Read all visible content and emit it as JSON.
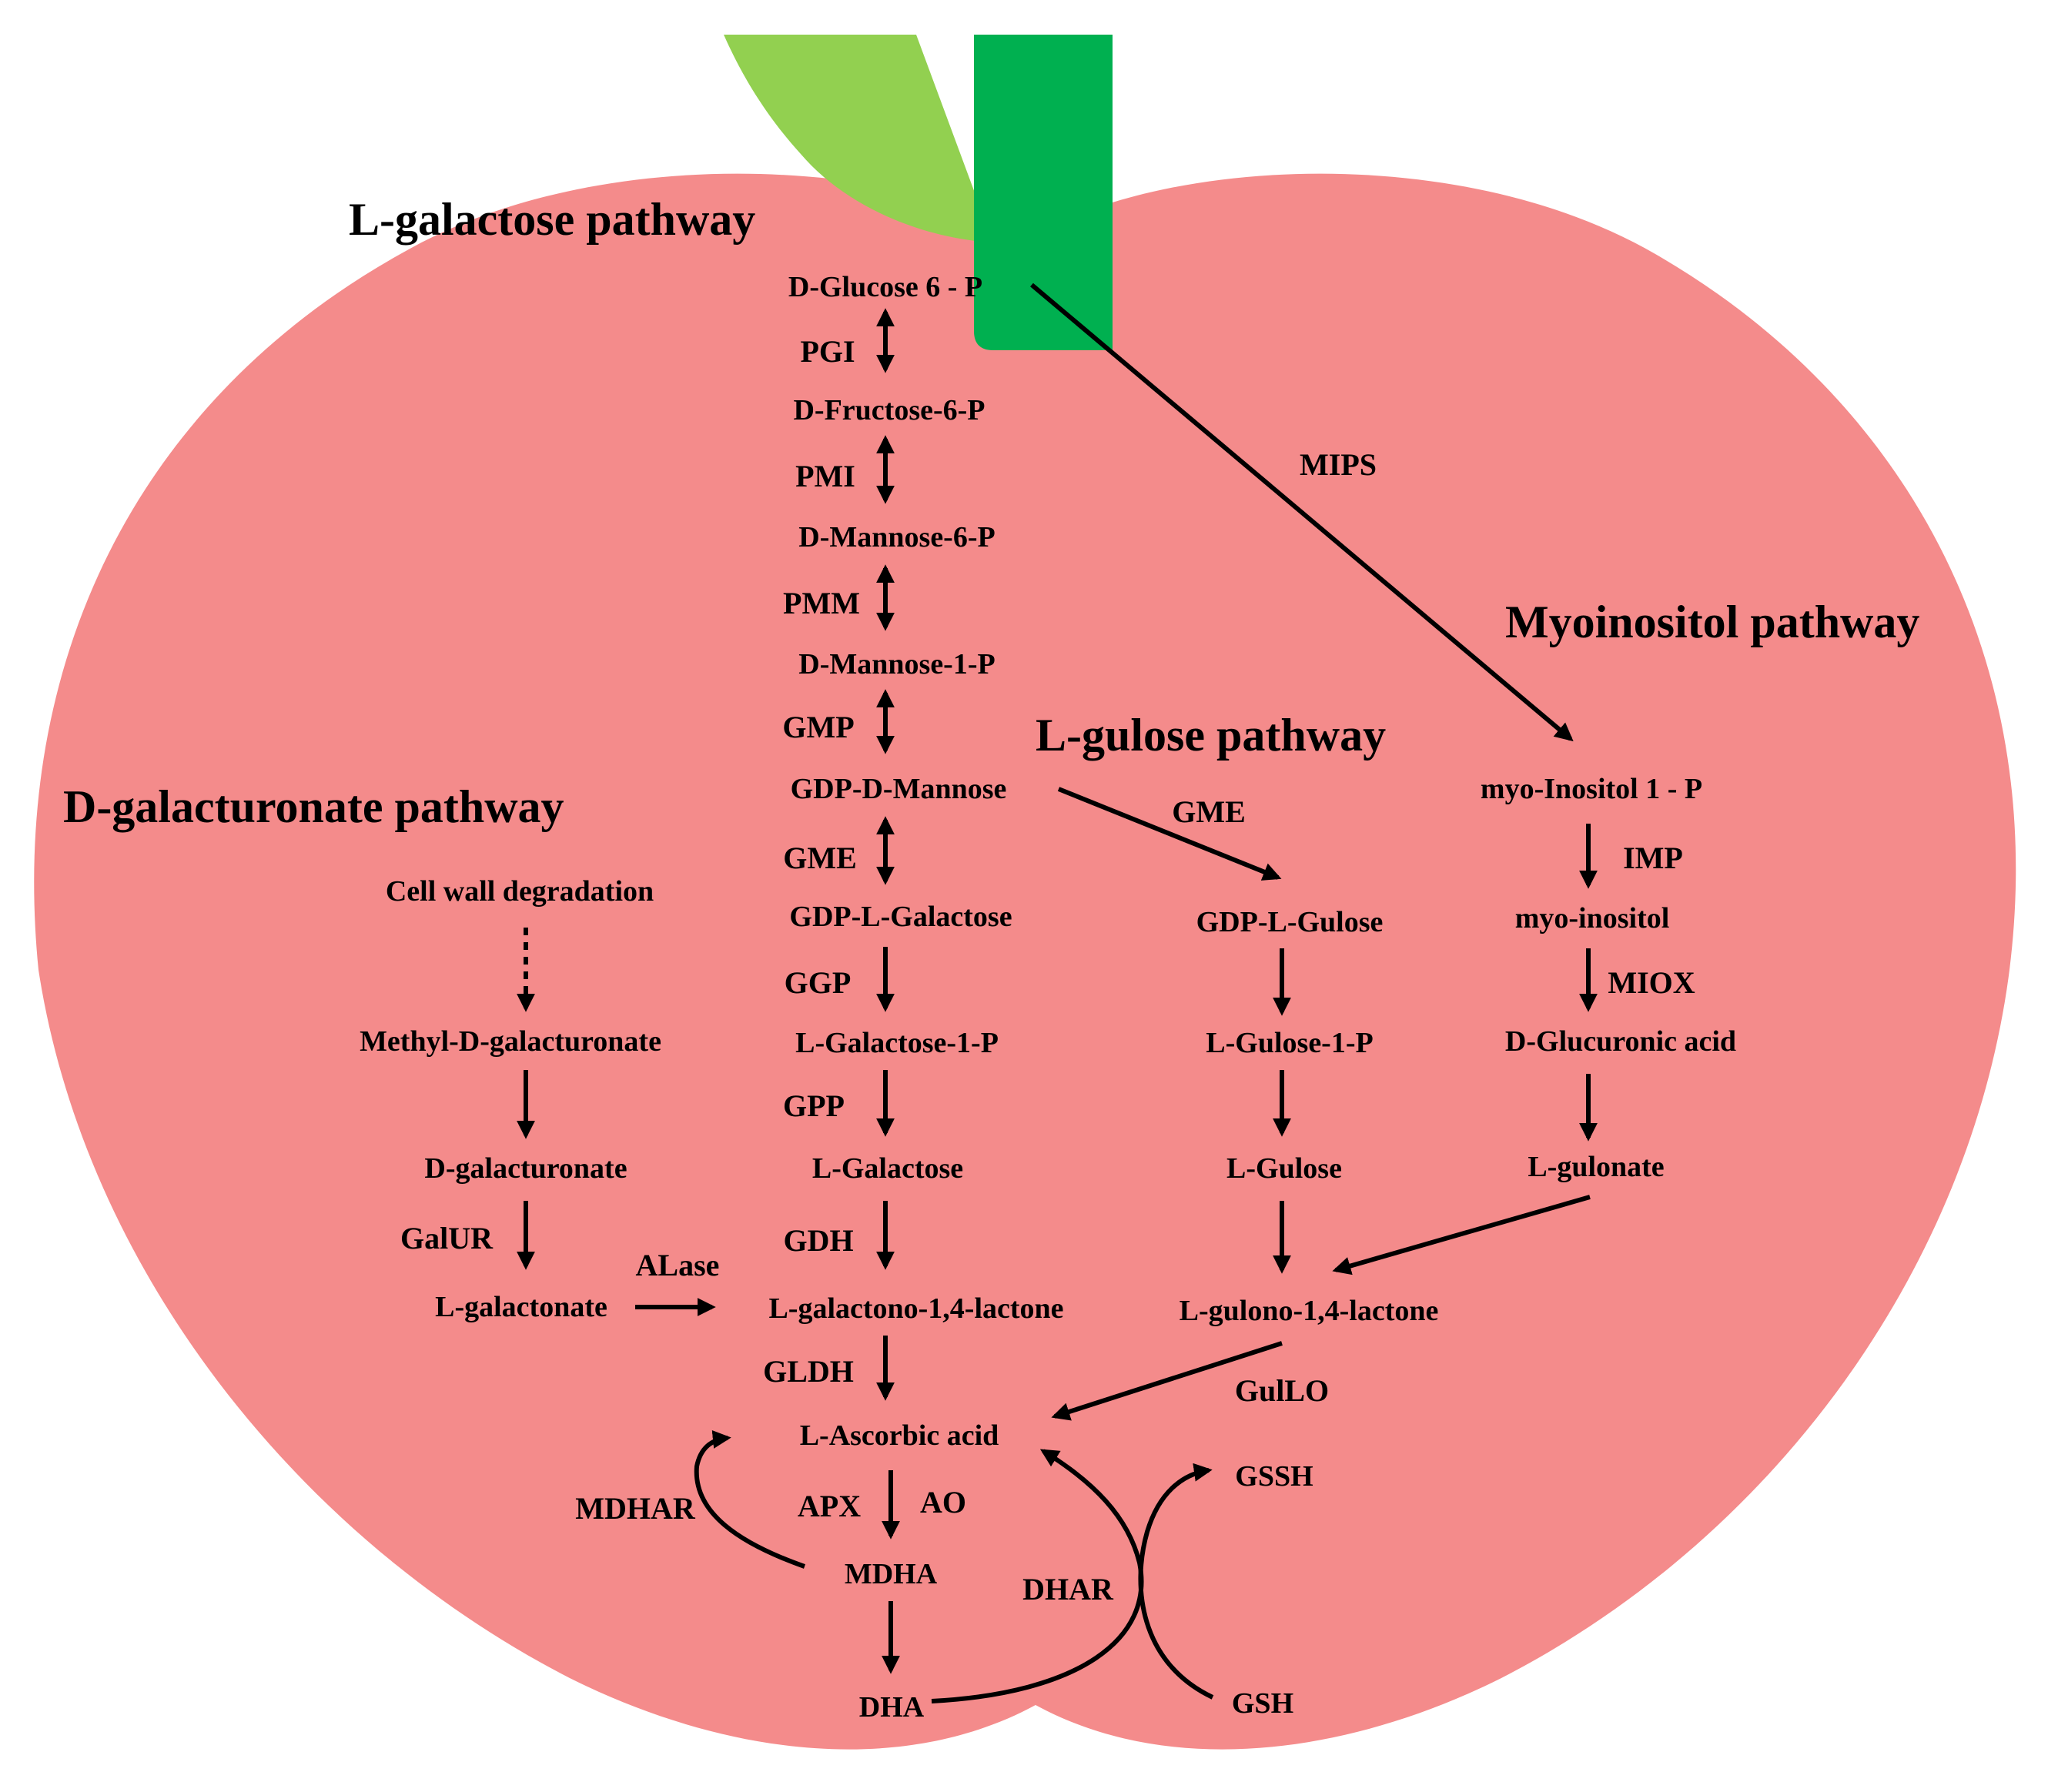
{
  "colors": {
    "apple": "#f48b8b",
    "leaf": "#92d050",
    "stem": "#00b050",
    "text": "#000000"
  },
  "headings": {
    "l_galactose": "L-galactose pathway",
    "myoinositol": "Myoinositol pathway",
    "l_gulose": "L-gulose pathway",
    "d_galacturonate": "D-galacturonate pathway"
  },
  "nodes": {
    "d_glucose_6p": "D-Glucose 6 - P",
    "d_fructose_6p": "D-Fructose-6-P",
    "d_mannose_6p": "D-Mannose-6-P",
    "d_mannose_1p": "D-Mannose-1-P",
    "gdp_d_mannose": "GDP-D-Mannose",
    "gdp_l_galactose": "GDP-L-Galactose",
    "l_galactose_1p": "L-Galactose-1-P",
    "l_galactose": "L-Galactose",
    "l_galactono_lactone": "L-galactono-1,4-lactone",
    "l_ascorbic_acid": "L-Ascorbic acid",
    "mdha": "MDHA",
    "dha": "DHA",
    "gssh": "GSSH",
    "gsh": "GSH",
    "cell_wall_degradation": "Cell wall degradation",
    "methyl_d_galacturonate": "Methyl-D-galacturonate",
    "d_galacturonate": "D-galacturonate",
    "l_galactonate": "L-galactonate",
    "gdp_l_gulose": "GDP-L-Gulose",
    "l_gulose_1p": "L-Gulose-1-P",
    "l_gulose": "L-Gulose",
    "l_gulono_lactone": "L-gulono-1,4-lactone",
    "myo_inositol_1p": "myo-Inositol 1 - P",
    "myo_inositol": "myo-inositol",
    "d_glucuronic_acid": "D-Glucuronic acid",
    "l_gulonate": "L-gulonate"
  },
  "enzymes": {
    "pgi": "PGI",
    "pmi": "PMI",
    "pmm": "PMM",
    "gmp": "GMP",
    "gme": "GME",
    "ggp": "GGP",
    "gpp": "GPP",
    "gdh": "GDH",
    "gldh": "GLDH",
    "apx": "APX",
    "ao": "AO",
    "mdhar": "MDHAR",
    "dhar": "DHAR",
    "galur": "GalUR",
    "alase": "ALase",
    "mips": "MIPS",
    "gme_gulose": "GME",
    "imp": "IMP",
    "miox": "MIOX",
    "gullo": "GulLO"
  }
}
